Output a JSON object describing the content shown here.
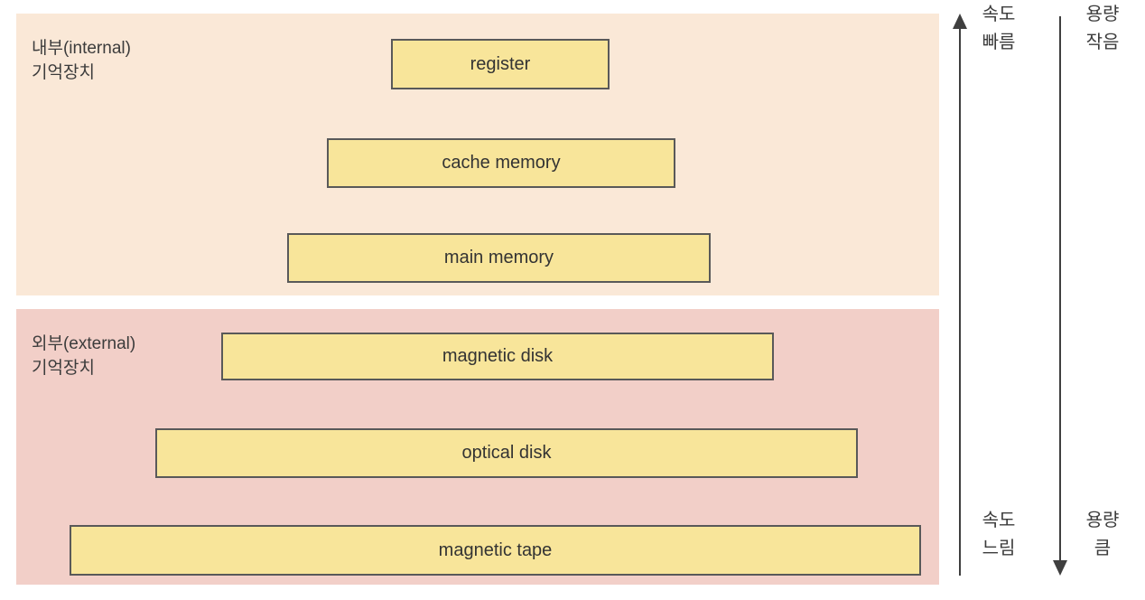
{
  "diagram": {
    "title": "memory-hierarchy",
    "sections": {
      "internal": {
        "label_line1": "내부(internal)",
        "label_line2": "기억장치",
        "bg": "#FAE8D7",
        "boxes": [
          {
            "label": "register"
          },
          {
            "label": "cache memory"
          },
          {
            "label": "main memory"
          }
        ]
      },
      "external": {
        "label_line1": "외부(external)",
        "label_line2": "기억장치",
        "bg": "#F2CFC8",
        "boxes": [
          {
            "label": "magnetic disk"
          },
          {
            "label": "optical disk"
          },
          {
            "label": "magnetic tape"
          }
        ]
      }
    },
    "axes": {
      "speed": {
        "direction": "up",
        "top_line1": "속도",
        "top_line2": "빠름",
        "bottom_line1": "속도",
        "bottom_line2": "느림"
      },
      "capacity": {
        "direction": "down",
        "top_line1": "용량",
        "top_line2": "작음",
        "bottom_line1": "용량",
        "bottom_line2": "큼"
      }
    },
    "colors": {
      "box_fill": "#F8E59A",
      "box_border": "#595959",
      "internal_bg": "#FAE8D7",
      "external_bg": "#F2CFC8",
      "arrow": "#3F3F3F",
      "text": "#3C3C3C"
    }
  }
}
